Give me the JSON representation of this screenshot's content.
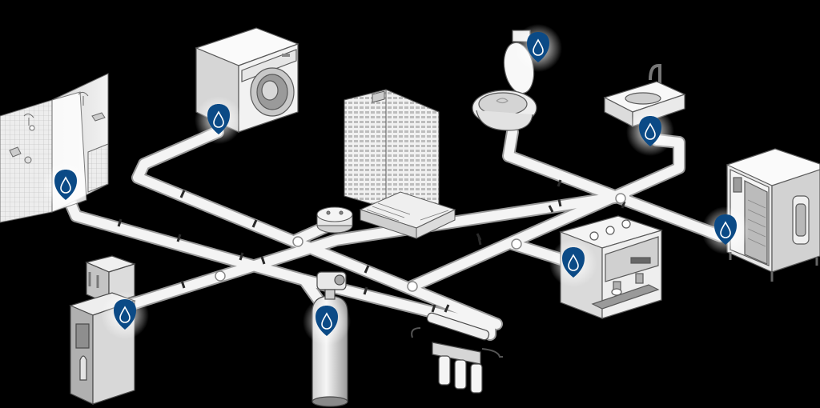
{
  "colors": {
    "background": "#000000",
    "pipe": "#f4f4f4",
    "pipe_edge": "#9a9a9a",
    "pipe_joint": "#2a2a2a",
    "marker": "#0b4a86",
    "marker_glow": "#ffffff",
    "appliance_fill": "#f0f0f0",
    "appliance_stroke": "#6a6a6a"
  },
  "nodes": [
    {
      "id": "shower",
      "icon": "shower-icon"
    },
    {
      "id": "washing-machine",
      "icon": "washing-machine-icon"
    },
    {
      "id": "office-building",
      "icon": "building-icon"
    },
    {
      "id": "toilet",
      "icon": "toilet-icon"
    },
    {
      "id": "sink",
      "icon": "sink-icon"
    },
    {
      "id": "combi-oven",
      "icon": "oven-icon"
    },
    {
      "id": "espresso-machine",
      "icon": "coffee-machine-icon"
    },
    {
      "id": "water-cooler",
      "icon": "water-dispenser-icon"
    },
    {
      "id": "water-softener-tank",
      "icon": "pressure-tank-icon"
    },
    {
      "id": "reverse-osmosis-filter",
      "icon": "filter-icon"
    },
    {
      "id": "central-distributor",
      "icon": "distributor-icon"
    }
  ],
  "markers": [
    {
      "id": "shower",
      "icon": "water-drop-icon"
    },
    {
      "id": "washing-machine",
      "icon": "water-drop-icon"
    },
    {
      "id": "toilet",
      "icon": "water-drop-icon"
    },
    {
      "id": "sink",
      "icon": "water-drop-icon"
    },
    {
      "id": "combi-oven",
      "icon": "water-drop-icon"
    },
    {
      "id": "espresso-machine",
      "icon": "water-drop-icon"
    },
    {
      "id": "water-cooler",
      "icon": "water-drop-icon"
    },
    {
      "id": "water-softener-tank",
      "icon": "water-drop-icon"
    }
  ]
}
